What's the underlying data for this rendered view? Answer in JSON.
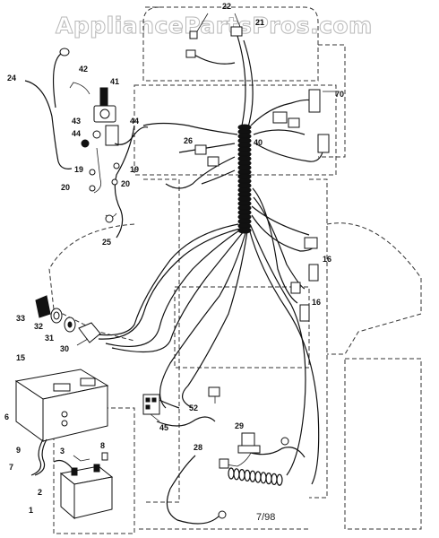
{
  "watermark": "AppliancePartsPros.com",
  "date_code": "7/98",
  "callouts": [
    {
      "id": "c22",
      "text": "22"
    },
    {
      "id": "c21",
      "text": "21"
    },
    {
      "id": "c24",
      "text": "24"
    },
    {
      "id": "c42",
      "text": "42"
    },
    {
      "id": "c41",
      "text": "41"
    },
    {
      "id": "c43",
      "text": "43"
    },
    {
      "id": "c44a",
      "text": "44"
    },
    {
      "id": "c44b",
      "text": "44"
    },
    {
      "id": "c70",
      "text": "70"
    },
    {
      "id": "c40",
      "text": "40"
    },
    {
      "id": "c26",
      "text": "26"
    },
    {
      "id": "c19a",
      "text": "19"
    },
    {
      "id": "c19b",
      "text": "19"
    },
    {
      "id": "c20a",
      "text": "20"
    },
    {
      "id": "c20b",
      "text": "20"
    },
    {
      "id": "c25",
      "text": "25"
    },
    {
      "id": "c16a",
      "text": "16"
    },
    {
      "id": "c16b",
      "text": "16"
    },
    {
      "id": "c33",
      "text": "33"
    },
    {
      "id": "c32",
      "text": "32"
    },
    {
      "id": "c31",
      "text": "31"
    },
    {
      "id": "c30",
      "text": "30"
    },
    {
      "id": "c15",
      "text": "15"
    },
    {
      "id": "c6",
      "text": "6"
    },
    {
      "id": "c52",
      "text": "52"
    },
    {
      "id": "c45",
      "text": "45"
    },
    {
      "id": "c29",
      "text": "29"
    },
    {
      "id": "c28",
      "text": "28"
    },
    {
      "id": "c9",
      "text": "9"
    },
    {
      "id": "c7",
      "text": "7"
    },
    {
      "id": "c3",
      "text": "3"
    },
    {
      "id": "c8",
      "text": "8"
    },
    {
      "id": "c2",
      "text": "2"
    },
    {
      "id": "c1",
      "text": "1"
    }
  ]
}
